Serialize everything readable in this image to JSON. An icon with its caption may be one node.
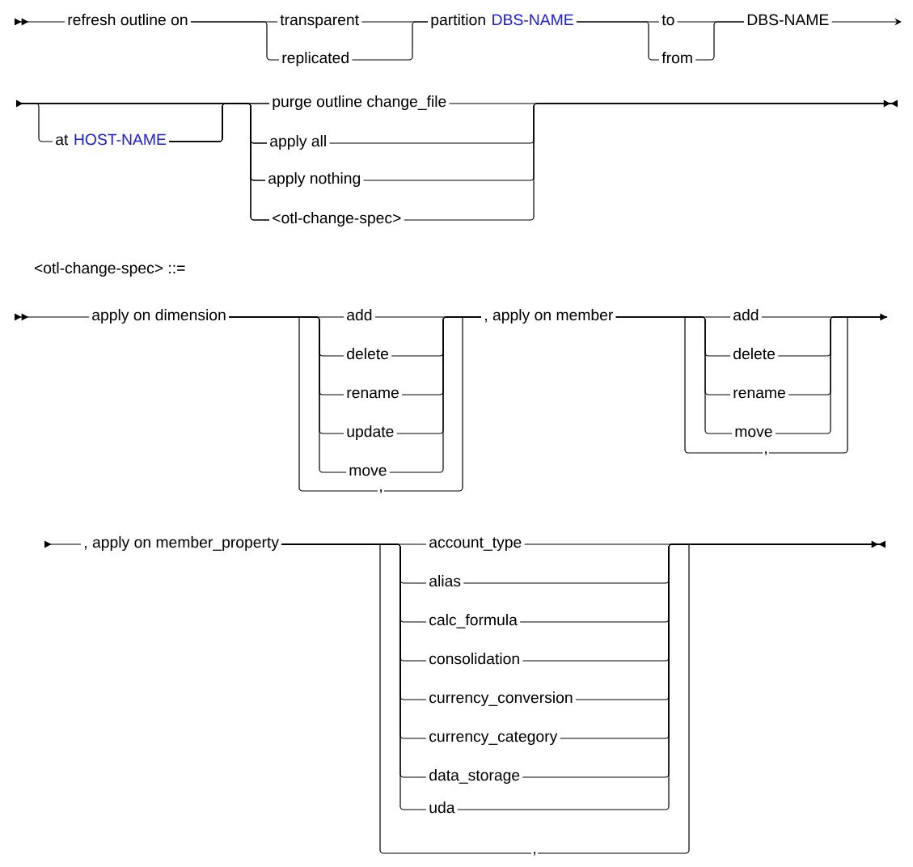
{
  "diagram": {
    "nodes": [
      {
        "text": [
          "refresh outline on"
        ]
      },
      {
        "text": [
          "transparent"
        ]
      },
      {
        "text": [
          "replicated"
        ]
      },
      {
        "text": [
          "partition"
        ]
      },
      {
        "text": [
          "DBS-NAME"
        ]
      },
      {
        "text": [
          "to"
        ]
      },
      {
        "text": [
          "from"
        ]
      },
      {
        "text": [
          "DBS-NAME"
        ]
      },
      {
        "text": [
          "at"
        ]
      },
      {
        "text": [
          "HOST-NAME"
        ]
      },
      {
        "text": [
          "purge outline change_file"
        ]
      },
      {
        "text": [
          "apply all"
        ]
      },
      {
        "text": [
          "apply nothing"
        ]
      },
      {
        "text": [
          "<otl-change-spec>"
        ]
      },
      {
        "text": [
          "apply on dimension"
        ]
      },
      {
        "text": [
          "add"
        ]
      },
      {
        "text": [
          "delete"
        ]
      },
      {
        "text": [
          "rename"
        ]
      },
      {
        "text": [
          "update"
        ]
      },
      {
        "text": [
          "move"
        ]
      },
      {
        "text": [
          ", apply on member"
        ]
      },
      {
        "text": [
          "add"
        ]
      },
      {
        "text": [
          "delete"
        ]
      },
      {
        "text": [
          "rename"
        ]
      },
      {
        "text": [
          "move"
        ]
      },
      {
        "text": [
          ", apply on member_property"
        ]
      },
      {
        "text": [
          "account_type"
        ]
      },
      {
        "text": [
          "alias"
        ]
      },
      {
        "text": [
          "calc_formula"
        ]
      },
      {
        "text": [
          "consolidation"
        ]
      },
      {
        "text": [
          "currency_conversion"
        ]
      },
      {
        "text": [
          "currency_category"
        ]
      },
      {
        "text": [
          "data_storage"
        ]
      },
      {
        "text": [
          "uda"
        ]
      }
    ],
    "edges": [
      {
        "from": null,
        "to": 0,
        "arrow": "to"
      },
      {
        "from": 0,
        "to": 1,
        "arrow": "none"
      },
      {
        "from": 0,
        "to": 2,
        "arrow": "none"
      },
      {
        "from": 1,
        "to": 3,
        "arrow": "none"
      },
      {
        "from": 2,
        "to": 3,
        "arrow": "none"
      },
      {
        "from": 4,
        "to": 5,
        "arrow": "none"
      },
      {
        "from": 4,
        "to": 6,
        "arrow": "none"
      },
      {
        "from": 5,
        "to": 7,
        "arrow": "none"
      },
      {
        "from": 6,
        "to": 7,
        "arrow": "none"
      },
      {
        "from": 7,
        "to": null,
        "arrow": "to"
      },
      {
        "from": null,
        "to": 10,
        "arrow": "to"
      },
      {
        "from": null,
        "to": 11,
        "arrow": "none"
      },
      {
        "from": null,
        "to": 12,
        "arrow": "none"
      },
      {
        "from": null,
        "to": 13,
        "arrow": "none"
      },
      {
        "from": null,
        "to": 8,
        "arrow": "none"
      },
      {
        "from": 9,
        "to": 10,
        "arrow": "none"
      },
      {
        "from": 9,
        "to": 11,
        "arrow": "none"
      },
      {
        "from": 9,
        "to": 12,
        "arrow": "none"
      },
      {
        "from": 9,
        "to": 13,
        "arrow": "none"
      },
      {
        "from": 10,
        "to": null,
        "arrow": "to"
      },
      {
        "from": 11,
        "to": null,
        "arrow": "none"
      },
      {
        "from": 12,
        "to": null,
        "arrow": "none"
      },
      {
        "from": 13,
        "to": null,
        "arrow": "none"
      },
      {
        "from": null,
        "to": 14,
        "arrow": "to"
      },
      {
        "from": 14,
        "to": 15,
        "arrow": "none"
      },
      {
        "from": 14,
        "to": 16,
        "arrow": "none"
      },
      {
        "from": 14,
        "to": 17,
        "arrow": "none"
      },
      {
        "from": 14,
        "to": 18,
        "arrow": "none"
      },
      {
        "from": 14,
        "to": 19,
        "arrow": "none"
      },
      {
        "from": 15,
        "to": 20,
        "arrow": "none"
      },
      {
        "from": 16,
        "to": 20,
        "arrow": "none"
      },
      {
        "from": 17,
        "to": 20,
        "arrow": "none"
      },
      {
        "from": 18,
        "to": 20,
        "arrow": "none"
      },
      {
        "from": 19,
        "to": 20,
        "arrow": "none"
      },
      {
        "from": 20,
        "to": 21,
        "arrow": "none"
      },
      {
        "from": 20,
        "to": 22,
        "arrow": "none"
      },
      {
        "from": 20,
        "to": 23,
        "arrow": "none"
      },
      {
        "from": 20,
        "to": 24,
        "arrow": "none"
      },
      {
        "from": 21,
        "to": null,
        "arrow": "to"
      },
      {
        "from": 22,
        "to": null,
        "arrow": "none"
      },
      {
        "from": 23,
        "to": null,
        "arrow": "none"
      },
      {
        "from": 24,
        "to": null,
        "arrow": "none"
      },
      {
        "from": null,
        "to": 25,
        "arrow": "to"
      },
      {
        "from": 25,
        "to": 26,
        "arrow": "none"
      },
      {
        "from": 25,
        "to": 27,
        "arrow": "none"
      },
      {
        "from": 25,
        "to": 28,
        "arrow": "none"
      },
      {
        "from": 25,
        "to": 29,
        "arrow": "none"
      },
      {
        "from": 25,
        "to": 30,
        "arrow": "none"
      },
      {
        "from": 25,
        "to": 31,
        "arrow": "none"
      },
      {
        "from": 25,
        "to": 32,
        "arrow": "none"
      },
      {
        "from": 25,
        "to": 33,
        "arrow": "none"
      },
      {
        "from": 26,
        "to": null,
        "arrow": "to"
      },
      {
        "from": 27,
        "to": null,
        "arrow": "none"
      },
      {
        "from": 28,
        "to": null,
        "arrow": "none"
      },
      {
        "from": 29,
        "to": null,
        "arrow": "none"
      },
      {
        "from": 30,
        "to": null,
        "arrow": "none"
      },
      {
        "from": 31,
        "to": null,
        "arrow": "none"
      },
      {
        "from": 32,
        "to": null,
        "arrow": "none"
      },
      {
        "from": 33,
        "to": null,
        "arrow": "none"
      }
    ],
    "labels": [
      "<otl-change-spec> ::=",
      ",",
      ",",
      ","
    ]
  }
}
